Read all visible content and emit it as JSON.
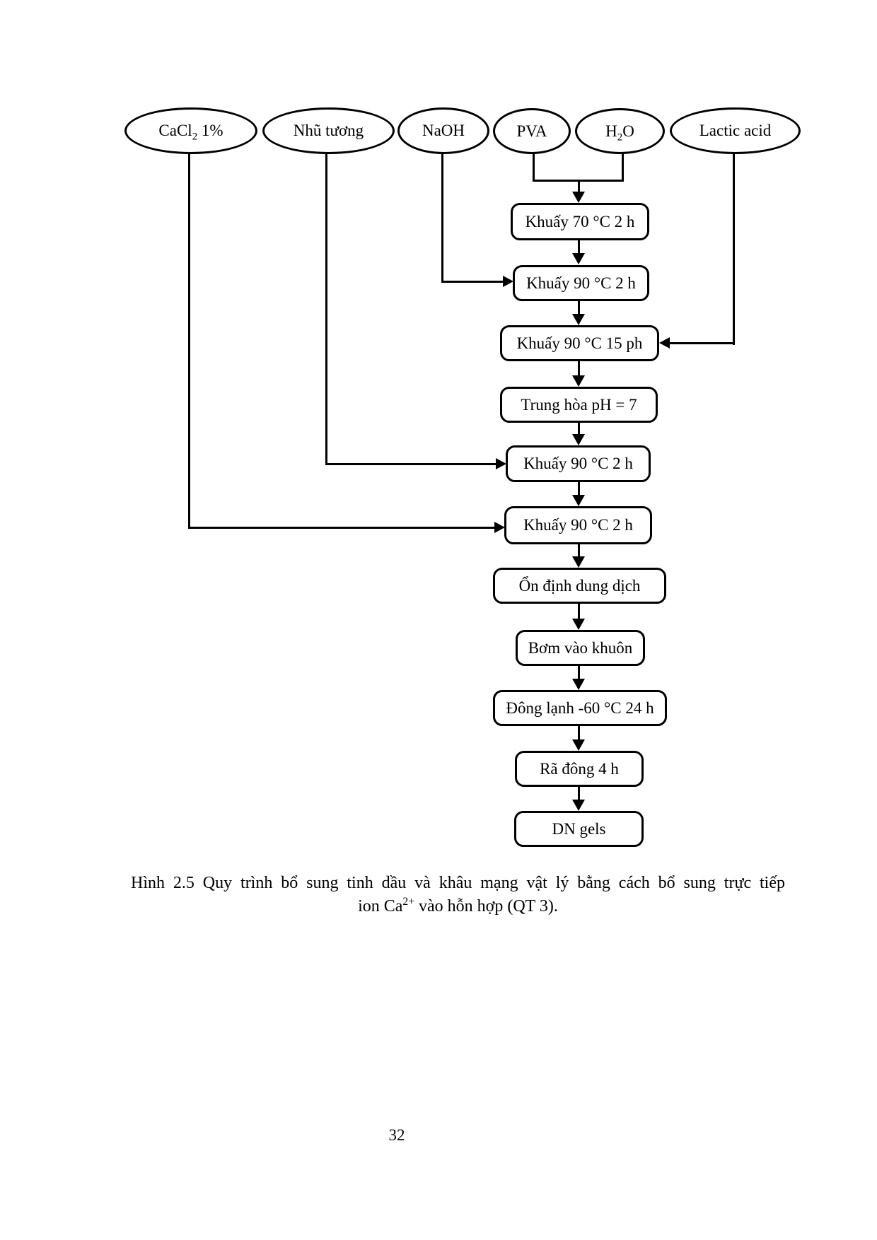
{
  "flowchart": {
    "inputs": [
      {
        "name": "cacl2",
        "pre": "CaCl",
        "sub": "2",
        "post": " 1%"
      },
      {
        "name": "nhu-tuong",
        "pre": "Nhũ tương",
        "sub": "",
        "post": ""
      },
      {
        "name": "naoh",
        "pre": "NaOH",
        "sub": "",
        "post": ""
      },
      {
        "name": "pva",
        "pre": "PVA",
        "sub": "",
        "post": ""
      },
      {
        "name": "h2o",
        "pre": "H",
        "sub": "2",
        "post": "O"
      },
      {
        "name": "lactic-acid",
        "pre": "Lactic acid",
        "sub": "",
        "post": ""
      }
    ],
    "steps": [
      "Khuấy 70 °C 2 h",
      "Khuấy 90 °C 2 h",
      "Khuấy 90 °C 15 ph",
      "Trung hòa pH = 7",
      "Khuấy 90 °C 2 h",
      "Khuấy 90 °C 2 h",
      "Ổn định dung dịch",
      "Bơm vào khuôn",
      "Đông lạnh -60 °C 24 h",
      "Rã đông 4 h",
      "DN gels"
    ]
  },
  "caption": {
    "line1": "Hình 2.5 Quy trình bổ sung tinh dầu và khâu mạng vật lý bằng cách bổ sung trực tiếp",
    "line2_pre": "ion Ca",
    "line2_sup": "2+",
    "line2_post": " vào hỗn hợp (QT 3)."
  },
  "page_number": "32",
  "colors": {
    "ink": "#000000",
    "paper": "#ffffff"
  }
}
